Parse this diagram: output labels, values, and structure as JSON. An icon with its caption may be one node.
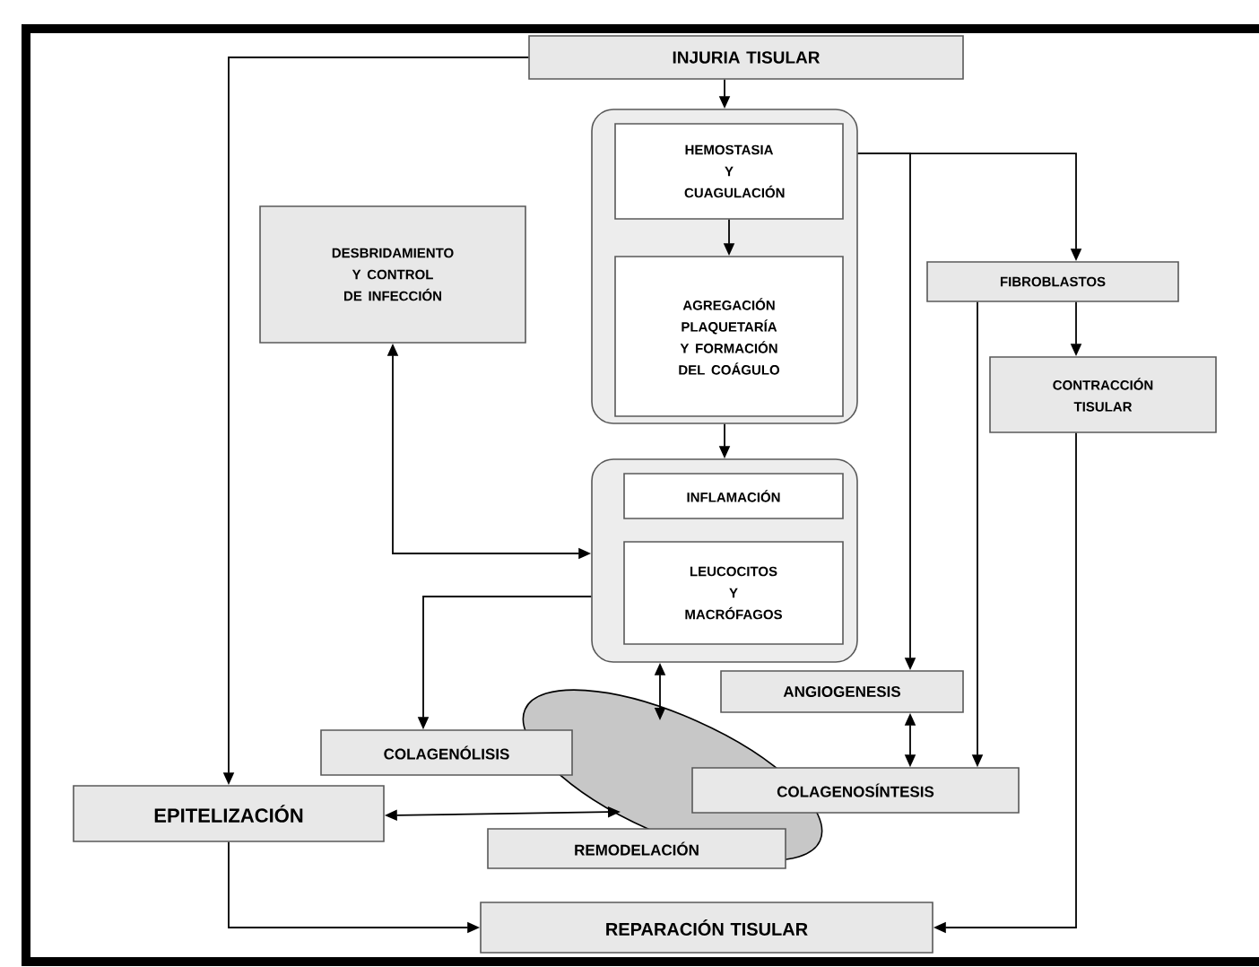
{
  "diagram": {
    "nodes": [
      {
        "text": [
          "INJURIA TISULAR"
        ]
      },
      {
        "text": [],
        "shape": "box"
      },
      {
        "text": [
          "HEMOSTASIA Y CUAGULACIÓN"
        ],
        "in": 1
      },
      {
        "text": [
          "AGREGACIÓN PLAQUETARÍA Y FORMACIÓN DEL COÁGULO"
        ],
        "in": 1
      },
      {
        "text": [
          "DESBRIDAMIENTO Y CONTROL DE INFECCIÓN"
        ]
      },
      {
        "text": [
          "FIBROBLASTOS"
        ]
      },
      {
        "text": [
          "CONTRACCIÓN TISULAR"
        ]
      },
      {
        "text": [],
        "shape": "box"
      },
      {
        "text": [
          "INFLAMACIÓN"
        ],
        "in": 7
      },
      {
        "text": [
          "LEUCOCITOS Y MACRÓFAGOS"
        ],
        "in": 7
      },
      {
        "text": [],
        "shape": "ellipse"
      },
      {
        "text": [
          "ANGIOGENESIS"
        ]
      },
      {
        "text": [
          "COLAGENÓLISIS"
        ]
      },
      {
        "text": [
          "COLAGENOSÍNTESIS"
        ]
      },
      {
        "text": [
          "EPITELIZACIÓN"
        ]
      },
      {
        "text": [
          "REMODELACIÓN"
        ]
      },
      {
        "text": [
          "REPARACIÓN TISULAR"
        ]
      }
    ],
    "edges": [
      {
        "from": 0,
        "to": 1,
        "arrow": "to"
      },
      {
        "from": 2,
        "to": 3,
        "arrow": "to"
      },
      {
        "from": 1,
        "to": 7,
        "arrow": "to"
      },
      {
        "from": 0,
        "to": 14,
        "arrow": "to"
      },
      {
        "from": 1,
        "to": 5,
        "arrow": "to"
      },
      {
        "from": 1,
        "to": 11,
        "arrow": "to"
      },
      {
        "from": 4,
        "to": 7,
        "arrow": "both"
      },
      {
        "from": 7,
        "to": 12,
        "arrow": "to"
      },
      {
        "from": 7,
        "to": 10,
        "arrow": "both"
      },
      {
        "from": 5,
        "to": 6,
        "arrow": "to"
      },
      {
        "from": 5,
        "to": 13,
        "arrow": "to"
      },
      {
        "from": 11,
        "to": 13,
        "arrow": "both"
      },
      {
        "from": 14,
        "to": 10,
        "arrow": "both"
      },
      {
        "from": 14,
        "to": 16,
        "arrow": "to"
      },
      {
        "from": 6,
        "to": 16,
        "arrow": "to"
      }
    ]
  }
}
